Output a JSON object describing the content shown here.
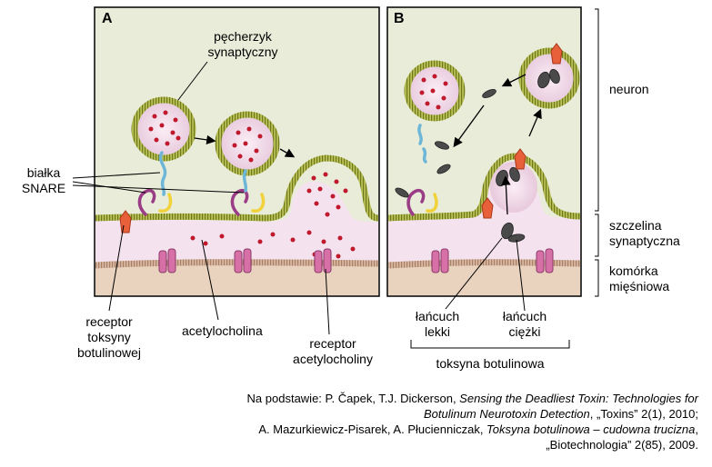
{
  "panels": {
    "a": "A",
    "b": "B"
  },
  "labels": {
    "vesicle": [
      "pęcherzyk",
      "synaptyczny"
    ],
    "snare": [
      "białka",
      "SNARE"
    ],
    "toxin_receptor": [
      "receptor",
      "toksyny",
      "botulinowej"
    ],
    "acetylcholine": "acetylocholina",
    "ach_receptor": [
      "receptor",
      "acetylocholiny"
    ],
    "light_chain": [
      "łańcuch",
      "lekki"
    ],
    "heavy_chain": [
      "łańcuch",
      "ciężki"
    ],
    "botulinum_toxin": "toksyna botulinowa",
    "neuron": "neuron",
    "cleft": [
      "szczelina",
      "synaptyczna"
    ],
    "muscle_cell": [
      "komórka",
      "mięśniowa"
    ]
  },
  "caption": {
    "line1_prefix": "Na podstawie: P. Čapek, T.J. Dickerson, ",
    "line1_title": "Sensing the Deadliest Toxin: Technologies for",
    "line2_title": "Botulinum Neurotoxin Detection",
    "line2_suffix": ", „Toxins” 2(1), 2010;",
    "line3_prefix": "A. Mazurkiewicz-Pisarek, A. Płucienniczak, ",
    "line3_title": "Toksyna botulinowa – cudowna trucizna",
    "line3_suffix": ",",
    "line4": "„Biotechnologia” 2(85), 2009."
  },
  "colors": {
    "neuron_fill": "#e8ecd9",
    "membrane": "#9aa23a",
    "cleft_fill": "#f4e3ee",
    "muscle_fill": "#e9d3bf",
    "acetylcholine": "#c0182c",
    "receptor": "#d870a8",
    "toxin_receptor": "#e8603a",
    "toxin": "#4a4a4a"
  }
}
